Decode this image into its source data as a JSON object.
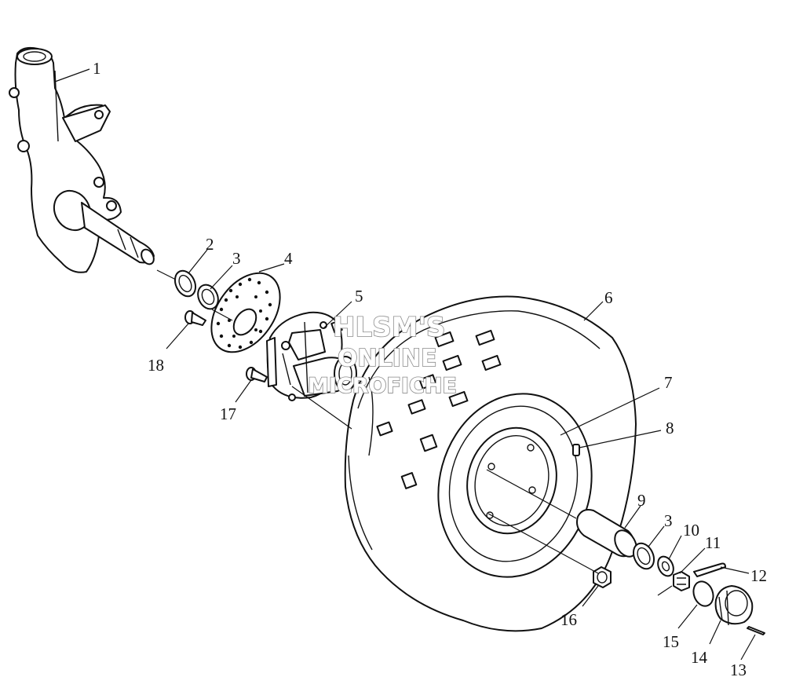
{
  "watermark": {
    "line1": "HLSM'S",
    "line2": "ONLINE",
    "line3": "MICROFICHE"
  },
  "callouts": [
    "1",
    "2",
    "3",
    "4",
    "5",
    "6",
    "7",
    "8",
    "9",
    "3",
    "10",
    "11",
    "12",
    "13",
    "14",
    "15",
    "16",
    "17",
    "18"
  ],
  "parts": [
    "steering-knuckle",
    "oil-seal",
    "bearing",
    "brake-disc",
    "hub",
    "tire",
    "wheel-rim",
    "valve",
    "spacer-collar",
    "bearing",
    "washer",
    "castle-nut",
    "cotter-pin",
    "cap-screw",
    "hub-cap",
    "o-ring",
    "wheel-nut",
    "stud-bolt",
    "disc-bolt"
  ]
}
